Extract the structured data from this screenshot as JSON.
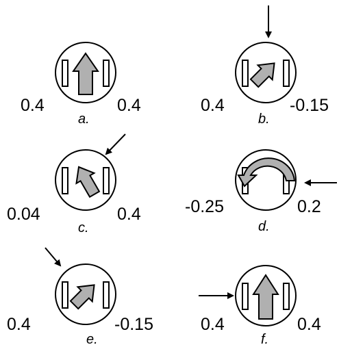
{
  "colors": {
    "stroke": "#000000",
    "fill": "#ffffff",
    "arrow_fill": "#b0b0b0"
  },
  "panels": [
    {
      "id": "a",
      "caption": "a.",
      "left_value": "0.4",
      "right_value": "0.4",
      "body_arrow": "up-arrow",
      "external_arrow": "none"
    },
    {
      "id": "b",
      "caption": "b.",
      "left_value": "0.4",
      "right_value": "-0.15",
      "body_arrow": "diagonal-arrow",
      "external_arrow": "from-top"
    },
    {
      "id": "c",
      "caption": "c.",
      "left_value": "0.04",
      "right_value": "0.4",
      "body_arrow": "up-left-arrow",
      "external_arrow": "from-top-right"
    },
    {
      "id": "d",
      "caption": "d.",
      "left_value": "-0.25",
      "right_value": "0.2",
      "body_arrow": "rotation-arrow",
      "external_arrow": "from-right"
    },
    {
      "id": "e",
      "caption": "e.",
      "left_value": "0.4",
      "right_value": "-0.15",
      "body_arrow": "diagonal-arrow",
      "external_arrow": "from-top-left"
    },
    {
      "id": "f",
      "caption": "f.",
      "left_value": "0.4",
      "right_value": "0.4",
      "body_arrow": "up-arrow",
      "external_arrow": "from-left"
    }
  ]
}
